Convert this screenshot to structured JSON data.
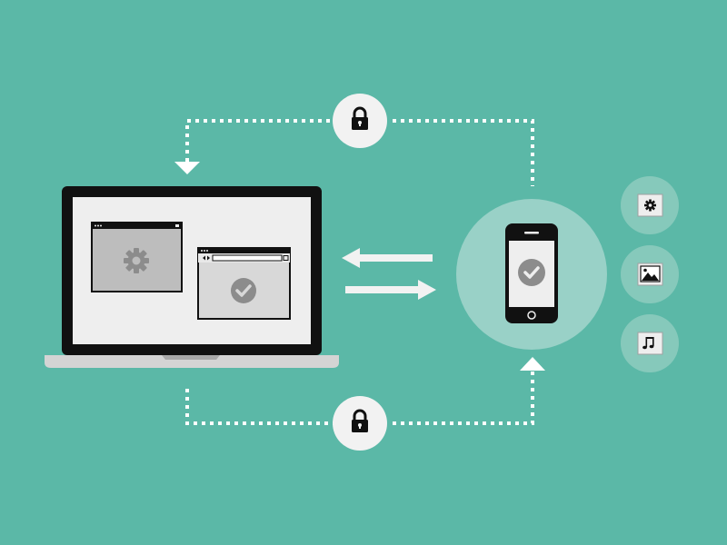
{
  "colors": {
    "background": "#5bb8a7",
    "white": "#ffffff",
    "offwhite": "#f2f2f2",
    "device_black": "#111111",
    "screen": "#eeeeee",
    "window_fill": "#bdbdbd",
    "window_light": "#d8d8d8",
    "icon_gray": "#8c8c8c",
    "phone_halo": "#99d1c7",
    "badge_bg": "#86c9bb",
    "laptop_base": "#d4d4d4",
    "laptop_notch": "#a9a9a9"
  },
  "diagram": {
    "top_connector": {
      "icon": "lock-icon",
      "style": "dotted",
      "arrow": "down"
    },
    "bottom_connector": {
      "icon": "lock-icon",
      "style": "dotted",
      "arrow": "up"
    },
    "sync_arrows": [
      "left",
      "right"
    ],
    "laptop": {
      "windows": [
        {
          "name": "settings-window",
          "icon": "gear-icon"
        },
        {
          "name": "browser-window",
          "icon": "checkmark-icon"
        }
      ]
    },
    "phone": {
      "icon": "checkmark-icon"
    },
    "side_badges": [
      {
        "name": "settings-badge",
        "icon": "gear-icon"
      },
      {
        "name": "photo-badge",
        "icon": "image-icon"
      },
      {
        "name": "music-badge",
        "icon": "music-note-icon"
      }
    ]
  }
}
